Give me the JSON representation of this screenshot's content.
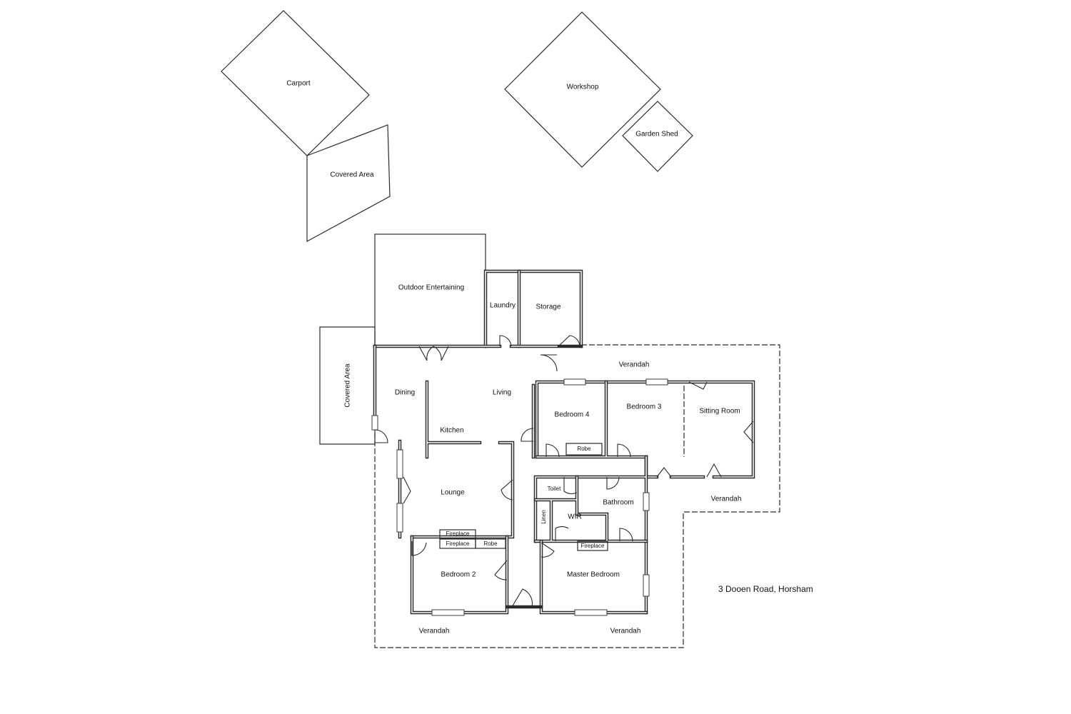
{
  "address": "3 Dooen Road, Horsham",
  "outbuildings": {
    "carport": "Carport",
    "covered_area_top": "Covered Area",
    "workshop": "Workshop",
    "garden_shed": "Garden Shed"
  },
  "rooms": {
    "outdoor_entertaining": "Outdoor Entertaining",
    "laundry": "Laundry",
    "storage": "Storage",
    "covered_area_side": "Covered Area",
    "verandah_top": "Verandah",
    "dining": "Dining",
    "living": "Living",
    "kitchen": "Kitchen",
    "bedroom_4": "Bedroom 4",
    "robe_bed4": "Robe",
    "bedroom_3": "Bedroom 3",
    "sitting_room": "Sitting Room",
    "lounge": "Lounge",
    "toilet": "Toilet",
    "linen": "Linen",
    "wir": "WIR",
    "bathroom": "Bathroom",
    "verandah_right": "Verandah",
    "fireplace_lounge": "Fireplace",
    "fireplace_bed2": "Fireplace",
    "robe_bed2": "Robe",
    "fireplace_master": "Fireplace",
    "bedroom_2": "Bedroom 2",
    "master_bedroom": "Master Bedroom",
    "verandah_bottom_left": "Verandah",
    "verandah_bottom_right": "Verandah"
  }
}
